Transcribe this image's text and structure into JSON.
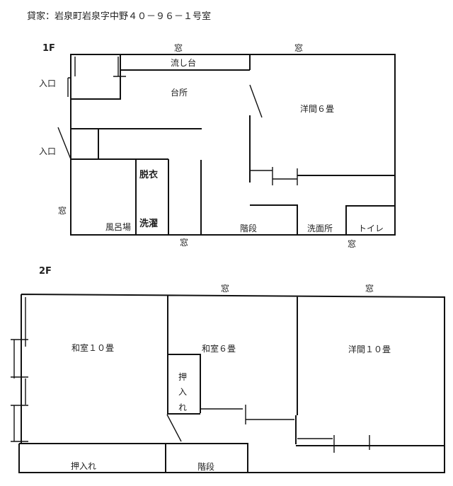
{
  "title": "貸家：岩泉町岩泉字中野４０－９６－１号室",
  "floor1": {
    "label": "1F",
    "rooms": {
      "sink": "流し台",
      "kitchen": "台所",
      "western6": "洋間６畳",
      "dressing": "脱衣",
      "laundry": "洗濯",
      "bath": "風呂場",
      "stairs": "階段",
      "washroom": "洗面所",
      "toilet": "トイレ"
    },
    "entrances": [
      "入口",
      "入口"
    ],
    "windows": [
      "窓",
      "窓",
      "窓",
      "窓",
      "窓"
    ]
  },
  "floor2": {
    "label": "2F",
    "rooms": {
      "japanese10": "和室１０畳",
      "japanese6": "和室６畳",
      "western10": "洋間１０畳",
      "closet_v": [
        "押",
        "入",
        "れ"
      ],
      "closet": "押入れ",
      "stairs": "階段"
    },
    "windows": [
      "窓",
      "窓"
    ]
  }
}
